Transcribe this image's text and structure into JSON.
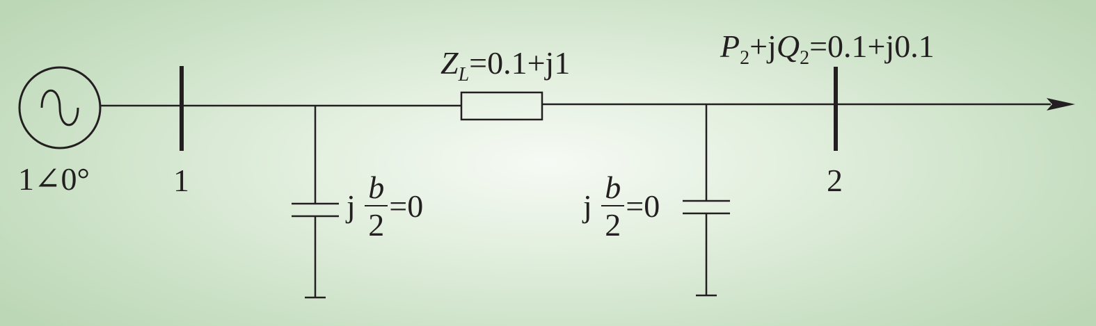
{
  "source": {
    "voltage": "1∠0°"
  },
  "bus1": {
    "label": "1"
  },
  "bus2": {
    "label": "2"
  },
  "line": {
    "impedance_symbol": "Z",
    "impedance_subscript": "L",
    "impedance_value": "=0.1+j1"
  },
  "load": {
    "p_symbol": "P",
    "p_subscript": "2",
    "plus_j": "+j",
    "q_symbol": "Q",
    "q_subscript": "2",
    "value": "=0.1+j0.1"
  },
  "shunt_left": {
    "j": "j",
    "numerator": "b",
    "denominator": "2",
    "value": "=0"
  },
  "shunt_right": {
    "j": "j",
    "numerator": "b",
    "denominator": "2",
    "value": "=0"
  },
  "colors": {
    "stroke": "#231f20"
  }
}
